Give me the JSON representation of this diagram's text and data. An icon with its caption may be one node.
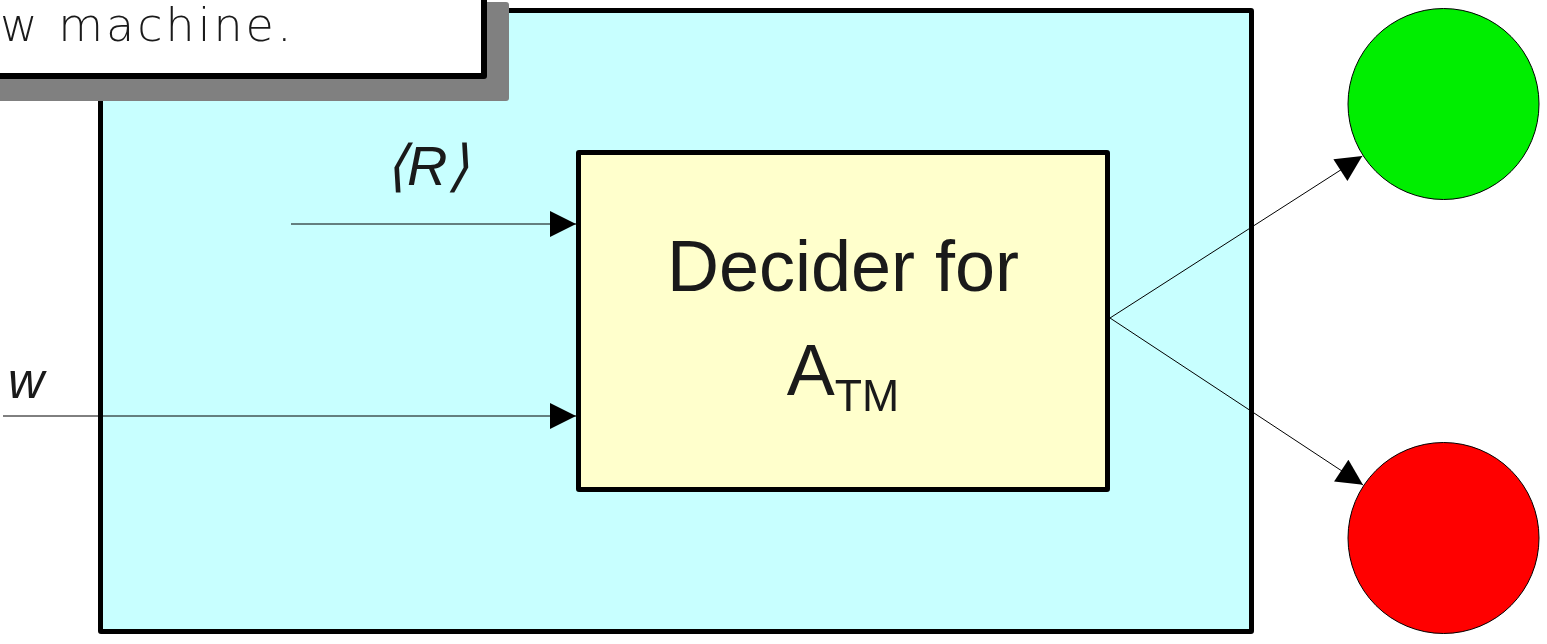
{
  "diagram": {
    "nodes": [
      {
        "text": [],
        "shape": "box"
      },
      {
        "text": [
          "w machine."
        ]
      },
      {
        "text": [
          "Decider for A$_{TM}$"
        ],
        "in": 0
      },
      {
        "text": [],
        "shape": "circle"
      },
      {
        "text": [],
        "shape": "circle"
      }
    ],
    "edges": [
      {
        "from": null,
        "to": 2,
        "arrow": "to",
        "label": "⟨*R*⟩"
      },
      {
        "from": null,
        "to": 2,
        "arrow": "to",
        "label": "w"
      },
      {
        "from": 2,
        "to": 3,
        "arrow": "to"
      },
      {
        "from": 2,
        "to": 4,
        "arrow": "to"
      }
    ]
  }
}
